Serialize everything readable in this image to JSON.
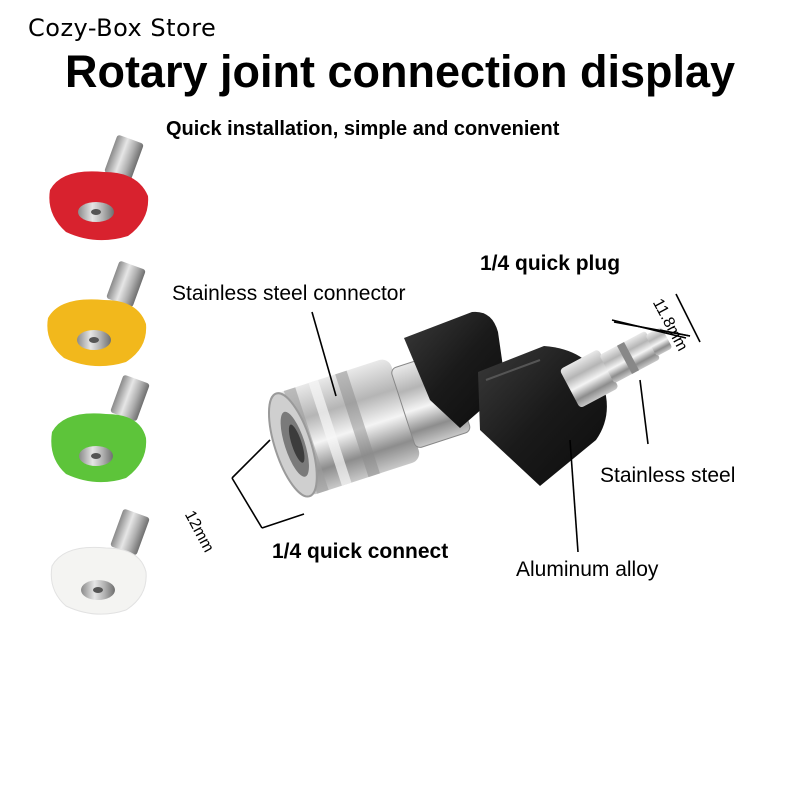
{
  "header": {
    "store_name": "Cozy-Box Store",
    "title": "Rotary joint connection display",
    "subtitle": "Quick installation, simple and convenient"
  },
  "callouts": {
    "quick_plug": "1/4 quick plug",
    "stainless_connector": "Stainless steel connector",
    "dim_plug": "11.8mm",
    "stainless_steel": "Stainless steel",
    "dim_connect": "12mm",
    "quick_connect": "1/4 quick connect",
    "aluminum_alloy": "Aluminum alloy"
  },
  "nozzles": [
    {
      "name": "red-nozzle",
      "color": "#d8222e"
    },
    {
      "name": "yellow-nozzle",
      "color": "#f2b81c"
    },
    {
      "name": "green-nozzle",
      "color": "#5dc43a"
    },
    {
      "name": "white-nozzle",
      "color": "#f4f4f2"
    }
  ]
}
